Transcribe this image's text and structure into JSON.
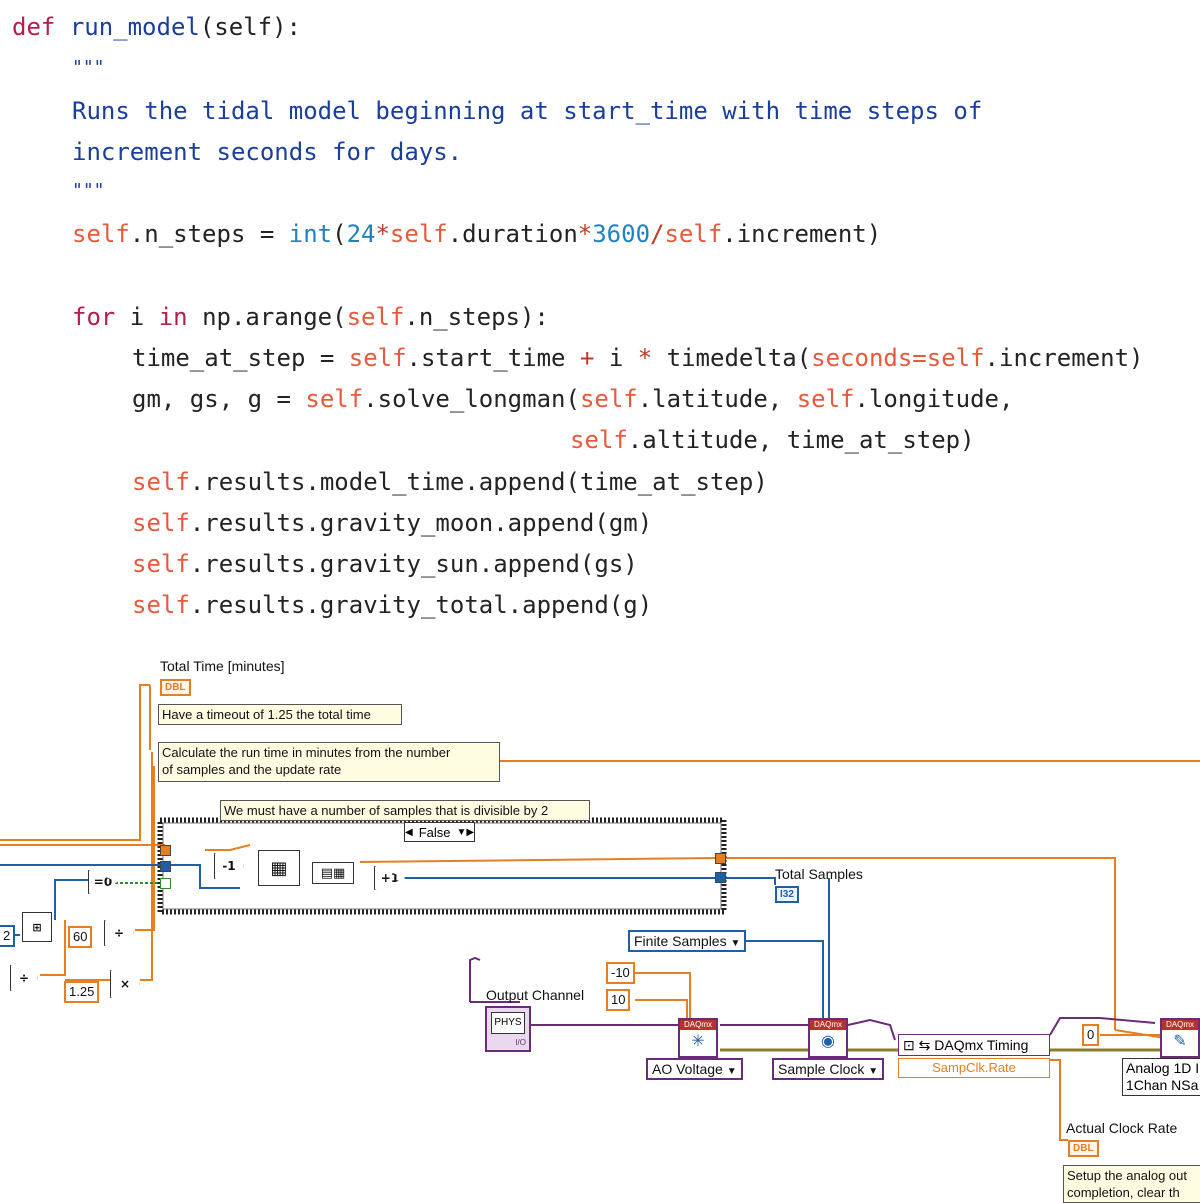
{
  "code": {
    "line1": {
      "kw": "def",
      "fn": "run_model",
      "rest": "(self):"
    },
    "doc_open": "\"\"\"",
    "doc_line1": "Runs the tidal model beginning at start_time with time steps of",
    "doc_line2": "increment seconds for days.",
    "doc_close": "\"\"\"",
    "l4": {
      "self1": "self",
      "a": ".n_steps = ",
      "int": "int",
      "b": "(",
      "n24": "24",
      "star1": "*",
      "self2": "self",
      "c": ".duration",
      "star2": "*",
      "n3600": "3600",
      "slash": "/",
      "self3": "self",
      "d": ".increment)"
    },
    "l5": {
      "for": "for",
      "a": " i ",
      "in": "in",
      "b": " np.arange(",
      "self1": "self",
      "c": ".n_steps):"
    },
    "l6": {
      "a": "time_at_step = ",
      "self1": "self",
      "b": ".start_time ",
      "plus": "+",
      "c": " i ",
      "star": "*",
      "d": " timedelta(",
      "kwarg": "seconds=",
      "self2": "self",
      "e": ".increment)"
    },
    "l7": {
      "a": "gm, gs, g = ",
      "self1": "self",
      "b": ".solve_longman(",
      "self2": "self",
      "c": ".latitude, ",
      "self3": "self",
      "d": ".longitude,"
    },
    "l8": {
      "self1": "self",
      "a": ".altitude, time_at_step)"
    },
    "l9": {
      "self1": "self",
      "a": ".results.model_time.append(time_at_step)"
    },
    "l10": {
      "self1": "self",
      "a": ".results.gravity_moon.append(gm)"
    },
    "l11": {
      "self1": "self",
      "a": ".results.gravity_sun.append(gs)"
    },
    "l12": {
      "self1": "self",
      "a": ".results.gravity_total.append(g)"
    }
  },
  "diagram": {
    "total_time_label": "Total Time [minutes]",
    "dbl": "DBL",
    "i32": "I32",
    "timeout_note": "Have a timeout of 1.25 the total time",
    "runtime_note_1": "Calculate the run time in minutes from the number",
    "runtime_note_2": "of samples and the update rate",
    "divisible_note": "We must have a number of samples that is divisible by 2",
    "case_selector": "False",
    "total_samples_label": "Total Samples",
    "const_60": "60",
    "const_125": "1.25",
    "const_neg10": "-10",
    "const_10": "10",
    "const_0": "0",
    "const_2": "2",
    "finite_samples": "Finite Samples",
    "output_channel_label": "Output Channel",
    "phys_channel": "PHYS",
    "io_tag": "I/O",
    "ao_voltage": "AO Voltage",
    "sample_clock": "Sample Clock",
    "daqmx_timing": "DAQmx Timing",
    "sampclk_rate": "SampClk.Rate",
    "analog_1d_1": "Analog 1D I",
    "analog_1d_2": "1Chan NSa",
    "actual_clock_rate": "Actual Clock Rate",
    "setup_note_1": "Setup the analog out",
    "setup_note_2": "completion, clear th",
    "daq_header": "DAQmx",
    "eq0": "=0",
    "plus1": "+1",
    "minus1": "-1"
  }
}
